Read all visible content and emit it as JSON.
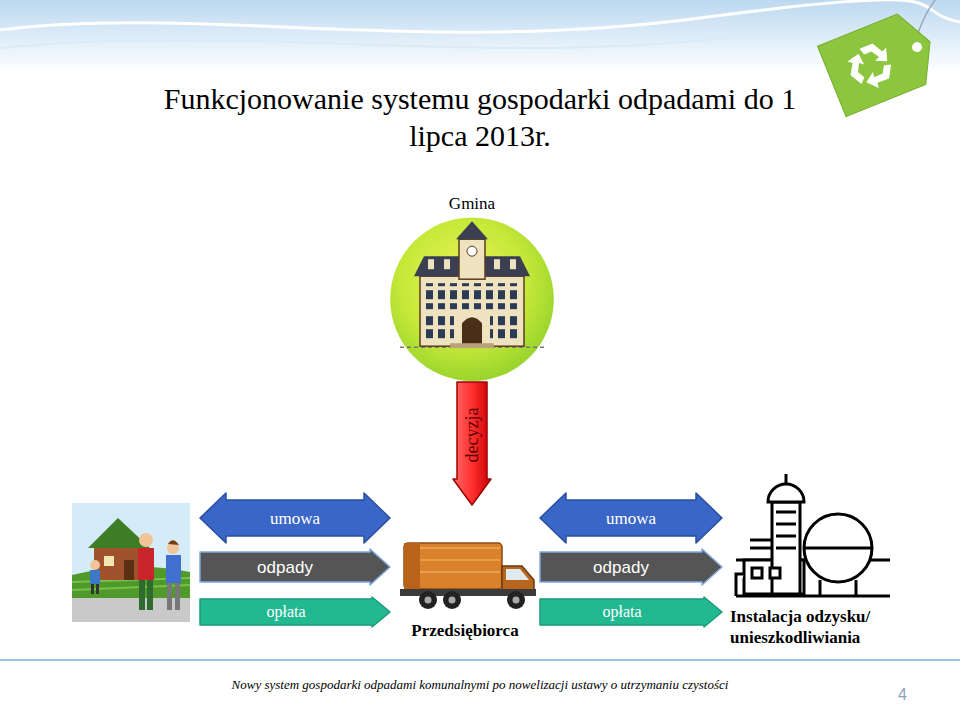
{
  "diagram": {
    "title": "Funkcjonowanie systemu gospodarki odpadami do 1 lipca 2013r.",
    "caption": "Nowy system gospodarki odpadami komunalnymi po nowelizacji ustawy o utrzymaniu czystości",
    "nodes": [
      {
        "text": [
          "Gmina"
        ]
      },
      {
        "text": []
      },
      {
        "text": [
          "Przedsiębiorca"
        ]
      },
      {
        "text": [
          "Instalacja odzysku/ unieszkodliwiania"
        ]
      }
    ],
    "edges": [
      {
        "from": 0,
        "to": 2,
        "label": "decyzja",
        "arrow": "to"
      },
      {
        "from": 1,
        "to": 2,
        "label": "umowa",
        "arrow": "both"
      },
      {
        "from": 1,
        "to": 2,
        "label": "odpady",
        "arrow": "to"
      },
      {
        "from": 1,
        "to": 2,
        "label": "opłata",
        "arrow": "to"
      },
      {
        "from": 2,
        "to": 3,
        "label": "umowa",
        "arrow": "both"
      },
      {
        "from": 2,
        "to": 3,
        "label": "odpady",
        "arrow": "to"
      },
      {
        "from": 2,
        "to": 3,
        "label": "opłata",
        "arrow": "to"
      }
    ],
    "labels": [
      "4"
    ]
  }
}
